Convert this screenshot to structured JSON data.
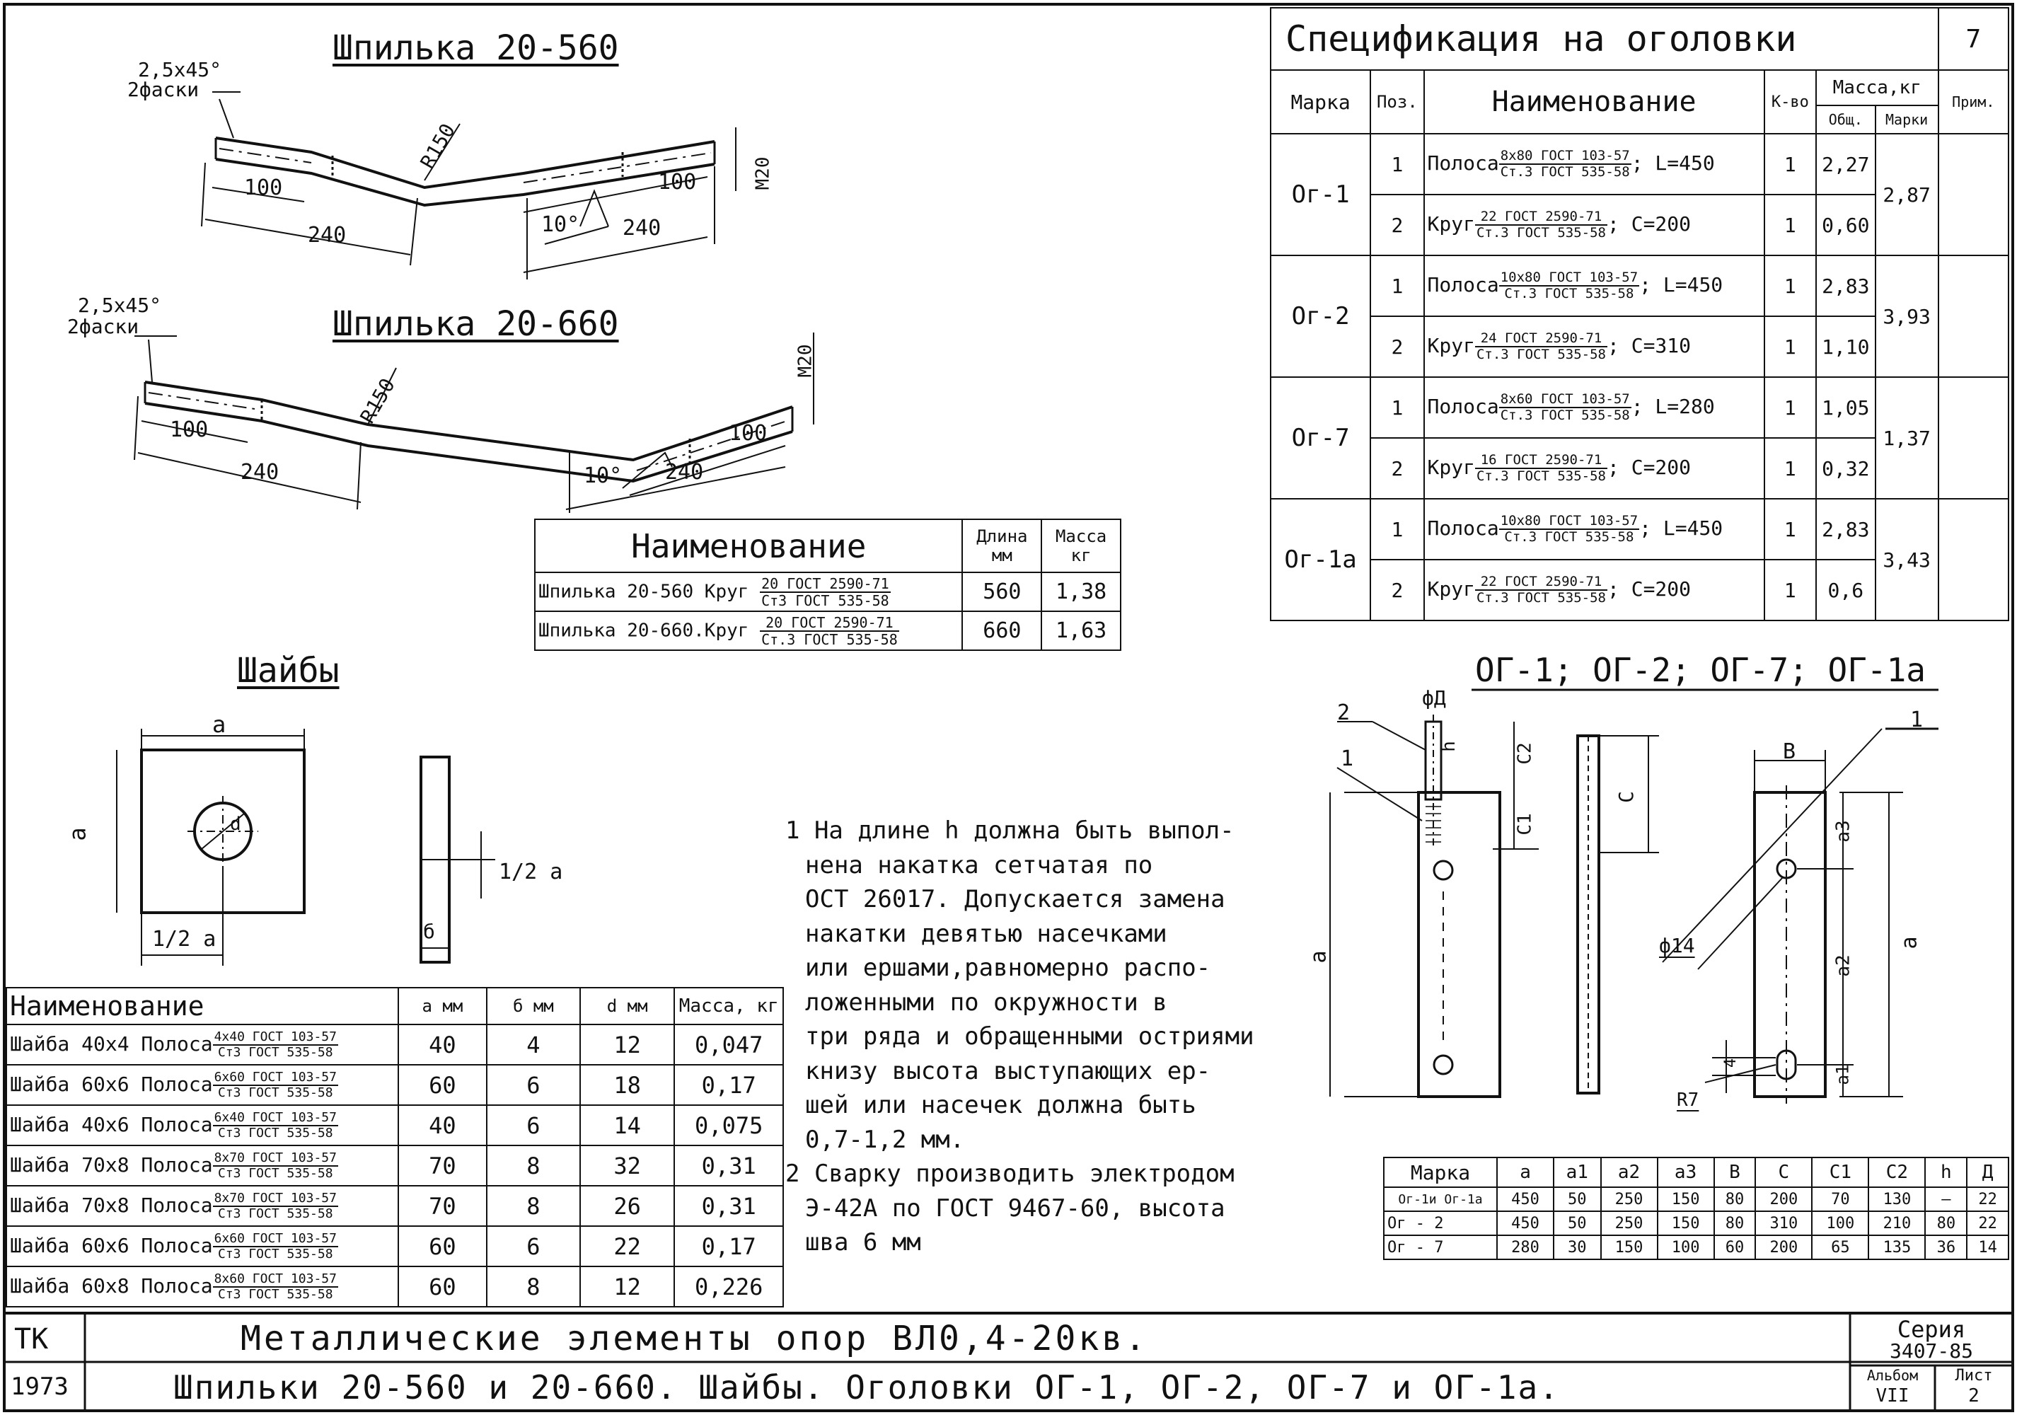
{
  "sheet": {
    "top_left_title": "Шпилька 20-560",
    "mid_left_title": "Шпилька 20-660",
    "washers_title": "Шайбы",
    "diagram_title": "ОГ-1; ОГ-2; ОГ-7; ОГ-1а",
    "stud560": {
      "chamfer": "2,5х45°",
      "chamfer2": "2фаски",
      "r": "R150",
      "d100a": "100",
      "d240a": "240",
      "d100b": "100",
      "d240b": "240",
      "angle": "10°",
      "thread": "М20"
    },
    "stud660": {
      "chamfer": "2,5х45°",
      "chamfer2": "2фаски",
      "r": "R150",
      "d100a": "100",
      "d240a": "240",
      "d100b": "100",
      "d240b": "240",
      "angle": "10°",
      "thread": "М20"
    },
    "washer_labels": {
      "a_top": "а",
      "a_side": "а",
      "half_a_bottom": "1/2 а",
      "half_a_side": "1/2 а",
      "b": "б",
      "d": "d"
    },
    "og_labels": {
      "l2": "2",
      "l1": "1",
      "phi_d": "фД",
      "h": "h",
      "c2": "С2",
      "c1": "С1",
      "c": "С",
      "a": "а",
      "b": "В",
      "one": "1",
      "a3": "а3",
      "a2": "а2",
      "a_right": "а",
      "phi14": "ф14",
      "a1_small": "а1",
      "r7": "R7",
      "h4": "4"
    }
  },
  "studs_table": {
    "header": {
      "name": "Наименование",
      "len": "Длина мм",
      "mass": "Масса кг"
    },
    "rows": [
      {
        "name": "Шпилька 20-560 Круг",
        "num": "20 ГОСТ 2590-71",
        "den": "Ст3 ГОСТ 535-58",
        "len": "560",
        "mass": "1,38"
      },
      {
        "name": "Шпилька 20-660.Круг",
        "num": "20 ГОСТ 2590-71",
        "den": "Ст.3 ГОСТ 535-58",
        "len": "660",
        "mass": "1,63"
      }
    ]
  },
  "spec_table": {
    "title": "Спецификация на оголовки",
    "page": "7",
    "header": {
      "mark": "Марка",
      "pos": "Поз.",
      "name": "Наименование",
      "qty": "К-во",
      "mass": "Масса,кг",
      "total": "Общ.",
      "per_mark": "Марки",
      "note": "Прим."
    },
    "groups": [
      {
        "mark": "Ог-1",
        "mass_mark": "2,87",
        "rows": [
          {
            "pos": "1",
            "name": "Полоса",
            "num": "8х80 ГОСТ 103-57",
            "den": "Ст.3 ГОСТ 535-58",
            "tail": "; L=450",
            "qty": "1",
            "mass": "2,27"
          },
          {
            "pos": "2",
            "name": "Круг",
            "num": "22 ГОСТ 2590-71",
            "den": "Ст.3 ГОСТ 535-58",
            "tail": "; С=200",
            "qty": "1",
            "mass": "0,60"
          }
        ]
      },
      {
        "mark": "Ог-2",
        "mass_mark": "3,93",
        "rows": [
          {
            "pos": "1",
            "name": "Полоса",
            "num": "10х80 ГОСТ 103-57",
            "den": "Ст.3 ГОСТ 535-58",
            "tail": "; L=450",
            "qty": "1",
            "mass": "2,83"
          },
          {
            "pos": "2",
            "name": "Круг",
            "num": "24 ГОСТ 2590-71",
            "den": "Ст.3 ГОСТ 535-58",
            "tail": "; С=310",
            "qty": "1",
            "mass": "1,10"
          }
        ]
      },
      {
        "mark": "Ог-7",
        "mass_mark": "1,37",
        "rows": [
          {
            "pos": "1",
            "name": "Полоса",
            "num": "8х60 ГОСТ 103-57",
            "den": "Ст.3 ГОСТ 535-58",
            "tail": "; L=280",
            "qty": "1",
            "mass": "1,05"
          },
          {
            "pos": "2",
            "name": "Круг",
            "num": "16 ГОСТ 2590-71",
            "den": "Ст.3 ГОСТ 535-58",
            "tail": "; С=200",
            "qty": "1",
            "mass": "0,32"
          }
        ]
      },
      {
        "mark": "Ог-1а",
        "mass_mark": "3,43",
        "rows": [
          {
            "pos": "1",
            "name": "Полоса",
            "num": "10х80 ГОСТ 103-57",
            "den": "Ст.3 ГОСТ 535-58",
            "tail": "; L=450",
            "qty": "1",
            "mass": "2,83"
          },
          {
            "pos": "2",
            "name": "Круг",
            "num": "22 ГОСТ 2590-71",
            "den": "Ст.3 ГОСТ 535-58",
            "tail": "; С=200",
            "qty": "1",
            "mass": "0,6"
          }
        ]
      }
    ]
  },
  "washers_table": {
    "header": {
      "name": "Наименование",
      "a": "а мм",
      "b": "б мм",
      "d": "d мм",
      "mass": "Масса, кг"
    },
    "rows": [
      {
        "name": "Шайба 40х4 Полоса",
        "num": "4х40 ГОСТ 103-57",
        "den": "Ст3 ГОСТ 535-58",
        "a": "40",
        "b": "4",
        "d": "12",
        "mass": "0,047"
      },
      {
        "name": "Шайба 60х6 Полоса",
        "num": "6х60 ГОСТ 103-57",
        "den": "Ст3 ГОСТ 535-58",
        "a": "60",
        "b": "6",
        "d": "18",
        "mass": "0,17"
      },
      {
        "name": "Шайба 40х6 Полоса",
        "num": "6х40 ГОСТ 103-57",
        "den": "Ст3 ГОСТ 535-58",
        "a": "40",
        "b": "6",
        "d": "14",
        "mass": "0,075"
      },
      {
        "name": "Шайба 70х8 Полоса",
        "num": "8х70 ГОСТ 103-57",
        "den": "Ст3 ГОСТ 535-58",
        "a": "70",
        "b": "8",
        "d": "32",
        "mass": "0,31"
      },
      {
        "name": "Шайба 70х8 Полоса",
        "num": "8х70 ГОСТ 103-57",
        "den": "Ст3 ГОСТ 535-58",
        "a": "70",
        "b": "8",
        "d": "26",
        "mass": "0,31"
      },
      {
        "name": "Шайба 60х6 Полоса",
        "num": "6х60 ГОСТ 103-57",
        "den": "Ст3 ГОСТ 535-58",
        "a": "60",
        "b": "6",
        "d": "22",
        "mass": "0,17"
      },
      {
        "name": "Шайба 60х8 Полоса",
        "num": "8х60 ГОСТ 103-57",
        "den": "Ст3 ГОСТ 535-58",
        "a": "60",
        "b": "8",
        "d": "12",
        "mass": "0,226"
      }
    ]
  },
  "notes": [
    "1 На длине h должна быть выпол-",
    "нена накатка сетчатая по",
    "ОСТ 26017. Допускается замена",
    "накатки девятью насечками",
    "или ершами,равномерно распо-",
    "ложенными по окружности в",
    "три ряда и обращенными остриями",
    "книзу высота выступающих ер-",
    "шей или насечек должна быть",
    "0,7-1,2 мм.",
    "2 Сварку производить электродом",
    "Э-42А по ГОСТ 9467-60, высота",
    "шва 6 мм"
  ],
  "dims_table": {
    "header": [
      "Марка",
      "а",
      "а1",
      "а2",
      "а3",
      "В",
      "С",
      "С1",
      "С2",
      "h",
      "Д"
    ],
    "rows": [
      [
        "Ог-1и Ог-1а",
        "450",
        "50",
        "250",
        "150",
        "80",
        "200",
        "70",
        "130",
        "—",
        "22"
      ],
      [
        "Ог - 2",
        "450",
        "50",
        "250",
        "150",
        "80",
        "310",
        "100",
        "210",
        "80",
        "22"
      ],
      [
        "Ог - 7",
        "280",
        "30",
        "150",
        "100",
        "60",
        "200",
        "65",
        "135",
        "36",
        "14"
      ]
    ]
  },
  "title_block": {
    "org": "ТК",
    "year": "1973",
    "line1": "Металлические элементы опор ВЛ0,4-20кв.",
    "line2": "Шпильки 20-560 и 20-660. Шайбы. Оголовки ОГ-1, ОГ-2, ОГ-7 и ОГ-1а.",
    "series_label": "Серия",
    "series_value": "3407-85",
    "album_label": "Альбом",
    "album_value": "VII",
    "sheet_label": "Лист",
    "sheet_value": "2"
  }
}
